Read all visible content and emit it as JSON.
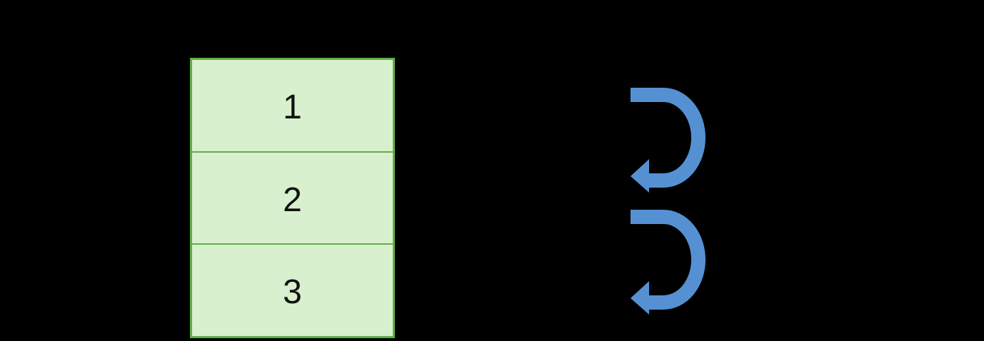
{
  "colors": {
    "canvas-bg": "#000000",
    "table-fill": "#D8F0CD",
    "table-border": "#5FB046",
    "cell-text": "#111111",
    "arrow-blue": "#5591D2"
  },
  "table": {
    "rows": [
      {
        "label": "1"
      },
      {
        "label": "2"
      },
      {
        "label": "3"
      }
    ]
  },
  "arrows": {
    "icon": "u-turn-left-arrow",
    "instances": 2
  }
}
